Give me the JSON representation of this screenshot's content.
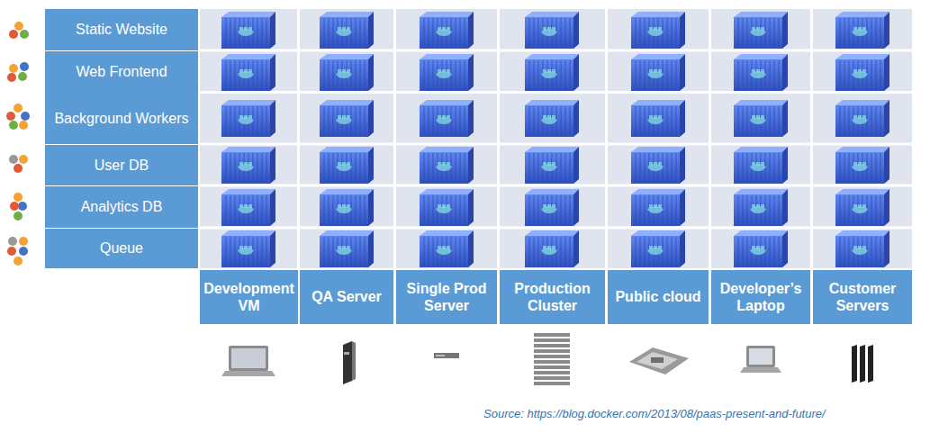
{
  "diagram": {
    "nodes": [
      {
        "text": [
          "Static Website"
        ]
      },
      {
        "text": [
          "Web Frontend"
        ]
      },
      {
        "text": [
          "Background Workers"
        ]
      },
      {
        "text": [
          "User DB"
        ]
      },
      {
        "text": [
          "Analytics DB"
        ]
      },
      {
        "text": [
          "Queue"
        ]
      },
      {
        "text": [
          "Development VM"
        ]
      },
      {
        "text": [
          "QA Server"
        ]
      },
      {
        "text": [
          "Single Prod Server"
        ]
      },
      {
        "text": [
          "Production Cluster"
        ]
      },
      {
        "text": [
          "Public cloud"
        ]
      },
      {
        "text": [
          "Developer’s Laptop"
        ]
      },
      {
        "text": [
          "Customer Servers"
        ]
      }
    ],
    "labels": [
      "Source: https://blog.docker.com/2013/08/paas-present-and-future/"
    ]
  }
}
